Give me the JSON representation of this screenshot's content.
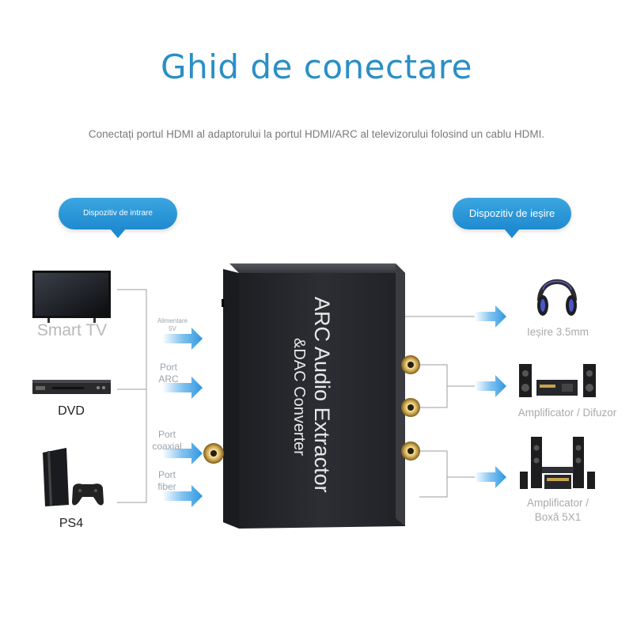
{
  "header": {
    "title": "Ghid de conectare",
    "subtitle": "Conectați portul HDMI al adaptorului la portul HDMI/ARC al televizorului folosind un cablu HDMI."
  },
  "input_section": {
    "bubble": "Dispozitiv de intrare",
    "devices": [
      {
        "label": "Smart TV",
        "icon": "tv-icon"
      },
      {
        "label": "DVD",
        "icon": "dvd-player-icon"
      },
      {
        "label": "PS4",
        "icon": "ps4-console-icon"
      }
    ],
    "ports": {
      "power": "Alimentare\n5V",
      "arc": "Port\nARC",
      "coaxial": "Port\ncoaxial",
      "fiber": "Port\nfiber"
    }
  },
  "device": {
    "name_line1": "ARC Audio Extractor",
    "name_line2": "&DAC Converter"
  },
  "output_section": {
    "bubble": "Dispozitiv de ieșire",
    "devices": [
      {
        "label": "Ieșire 3.5mm",
        "icon": "headphones-icon"
      },
      {
        "label": "Amplificator / Difuzor",
        "icon": "speaker-system-icon"
      },
      {
        "label": "Amplificator /\nBoxă 5X1",
        "icon": "home-theater-icon"
      }
    ]
  },
  "colors": {
    "title": "#2a8fc7",
    "bubble": "#2196d6",
    "arrow": "#4aa8e8",
    "device_body": "#2b2d31"
  }
}
